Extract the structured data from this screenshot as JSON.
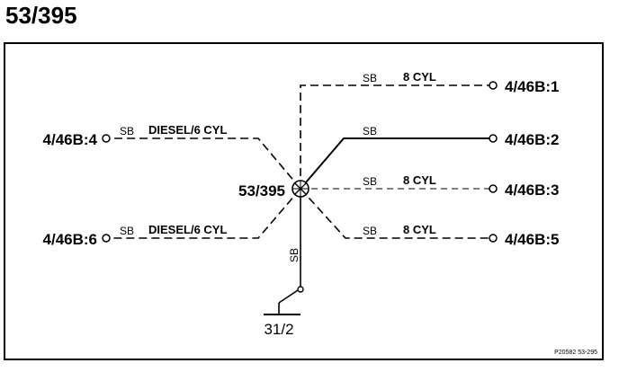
{
  "title": "53/395",
  "splice_label": "53/395",
  "ground_label": "31/2",
  "reference": "P20582 53-295",
  "left_terminals": [
    {
      "label": "4/46B:4",
      "wire_color": "SB",
      "note": "DIESEL/6 CYL",
      "line": "dashed"
    },
    {
      "label": "4/46B:6",
      "wire_color": "SB",
      "note": "DIESEL/6 CYL",
      "line": "dashed"
    }
  ],
  "right_terminals": [
    {
      "label": "4/46B:1",
      "wire_color": "SB",
      "note": "8 CYL",
      "line": "dashed"
    },
    {
      "label": "4/46B:2",
      "wire_color": "SB",
      "note": "",
      "line": "solid"
    },
    {
      "label": "4/46B:3",
      "wire_color": "SB",
      "note": "8 CYL",
      "line": "thin-dashed"
    },
    {
      "label": "4/46B:5",
      "wire_color": "SB",
      "note": "8 CYL",
      "line": "dashed"
    }
  ],
  "ground_wire": {
    "wire_color": "SB"
  }
}
